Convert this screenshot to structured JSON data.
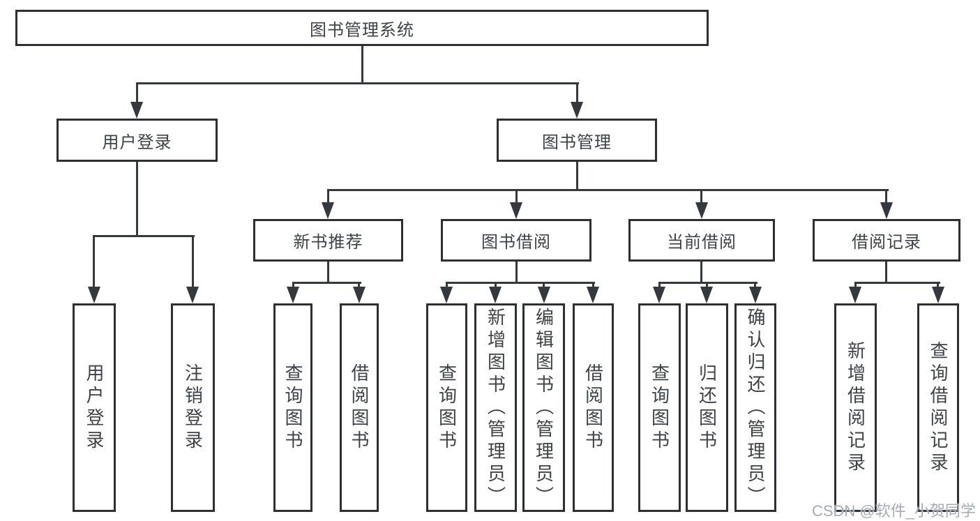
{
  "nodes": {
    "root": {
      "label": "图书管理系统"
    },
    "user_login": {
      "label": "用户登录"
    },
    "book_mgmt": {
      "label": "图书管理"
    },
    "new_book_rec": {
      "label": "新书推荐"
    },
    "book_borrow": {
      "label": "图书借阅"
    },
    "current_borrow": {
      "label": "当前借阅"
    },
    "borrow_record": {
      "label": "借阅记录"
    },
    "leaf_user_login": {
      "label": "用户登录"
    },
    "leaf_logout": {
      "label": "注销登录"
    },
    "leaf_rec_query_book": {
      "label": "查询图书"
    },
    "leaf_rec_borrow_book": {
      "label": "借阅图书"
    },
    "leaf_bor_query_book": {
      "label": "查询图书"
    },
    "leaf_bor_add_book": {
      "label": "新增图书（管理员）"
    },
    "leaf_bor_edit_book": {
      "label": "编辑图书（管理员）"
    },
    "leaf_bor_borrow_book": {
      "label": "借阅图书"
    },
    "leaf_cur_query_book": {
      "label": "查询图书"
    },
    "leaf_cur_return_book": {
      "label": "归还图书"
    },
    "leaf_cur_confirm_return": {
      "label": "确认归还（管理员）"
    },
    "leaf_log_add_record": {
      "label": "新增借阅记录"
    },
    "leaf_log_query_record": {
      "label": "查询借阅记录"
    }
  },
  "hierarchy": {
    "图书管理系统": {
      "用户登录": [
        "用户登录",
        "注销登录"
      ],
      "图书管理": {
        "新书推荐": [
          "查询图书",
          "借阅图书"
        ],
        "图书借阅": [
          "查询图书",
          "新增图书（管理员）",
          "编辑图书（管理员）",
          "借阅图书"
        ],
        "当前借阅": [
          "查询图书",
          "归还图书",
          "确认归还（管理员）"
        ],
        "借阅记录": [
          "新增借阅记录",
          "查询借阅记录"
        ]
      }
    }
  },
  "watermark": {
    "text": "CSDN @软件_小贺同学"
  },
  "colors": {
    "background": "#ffffff",
    "box_border": "#2d2f33",
    "connector_line": "#35383c",
    "text": "#3e4247",
    "watermark": "#a5abb4"
  }
}
